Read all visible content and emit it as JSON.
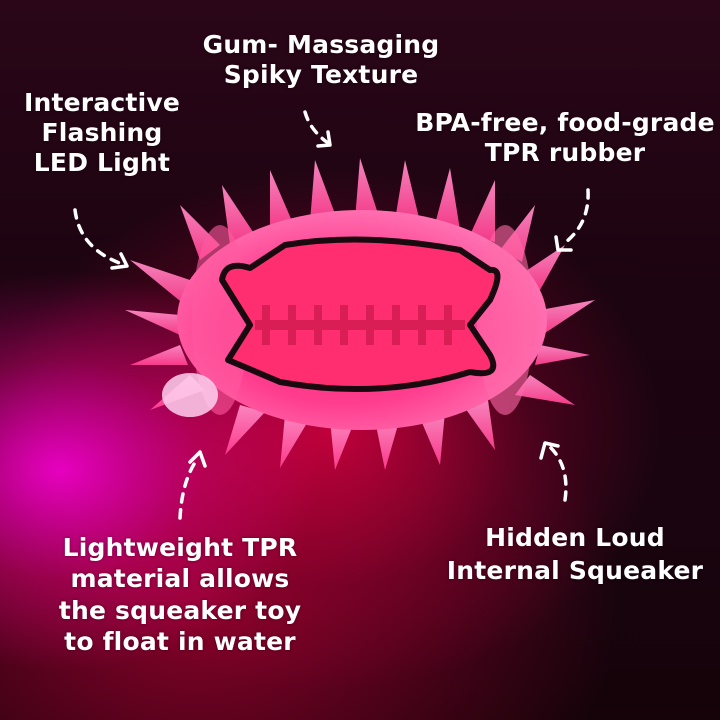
{
  "image": {
    "subject": "spiky glowing dog chew toy ball with callouts",
    "background_color": "#1a0410",
    "glow_colors": [
      "#ff00dc",
      "#eb0046",
      "#ff3c8c"
    ]
  },
  "callouts": {
    "gum_massaging": "Gum- Massaging\nSpiky Texture",
    "led_light": "Interactive\nFlashing\nLED Light",
    "bpa_free": "BPA-free, food-grade\nTPR rubber",
    "lightweight": "Lightweight TPR\nmaterial allows\nthe squeaker toy\nto float in water",
    "squeaker": "Hidden Loud\nInternal Squeaker"
  },
  "icons": {
    "arrow_style": "dashed-curved-arrow",
    "arrow_color": "#ffffff"
  }
}
